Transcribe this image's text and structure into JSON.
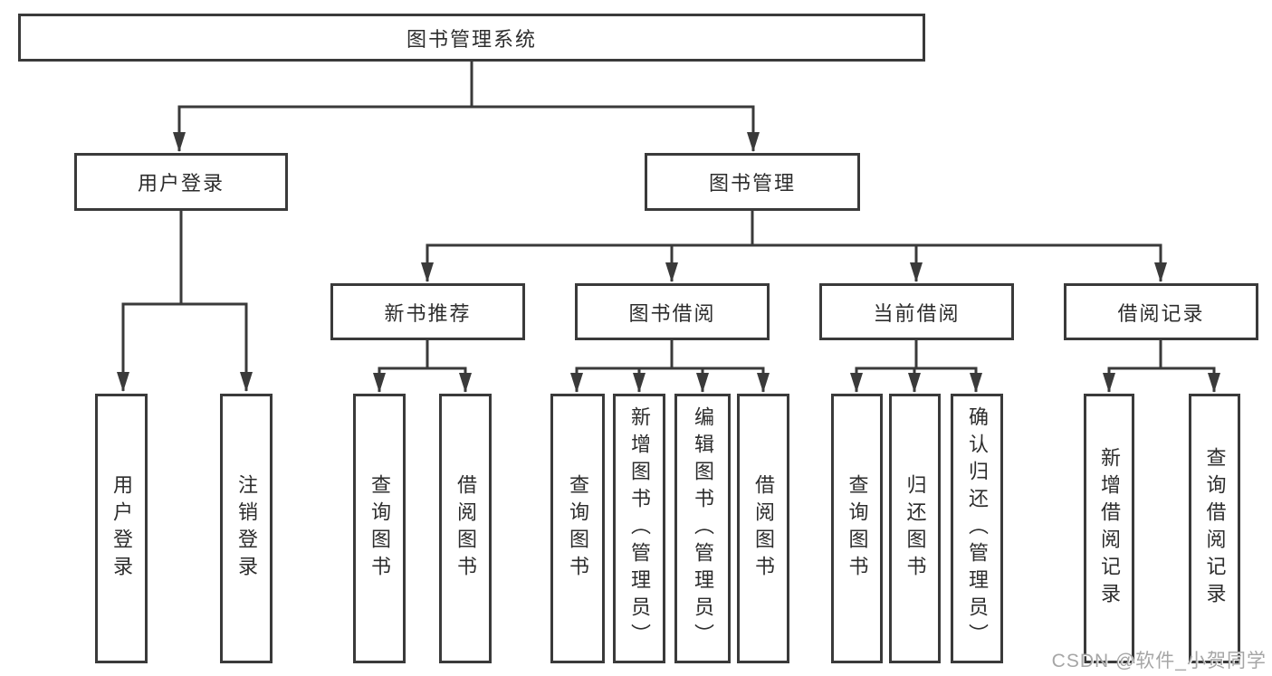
{
  "diagram": {
    "title": "图书管理系统",
    "colors": {
      "line": "#3a3a3a",
      "text": "#2d2d2d",
      "background": "#ffffff",
      "watermark": "#a6a6a6"
    },
    "nodes": {
      "root": "图书管理系统",
      "user-login": "用户登录",
      "book-mgmt": "图书管理",
      "new-book-rec": "新书推荐",
      "book-borrow": "图书借阅",
      "current-borrow": "当前借阅",
      "borrow-records": "借阅记录",
      "leaf-user-login": "用户登录",
      "leaf-logout": "注销登录",
      "nb-query-book": "查询图书",
      "nb-borrow-book": "借阅图书",
      "bb-query-book": "查询图书",
      "bb-add-book": "新增图书（管理员）",
      "bb-edit-book": "编辑图书（管理员）",
      "bb-borrow-book": "借阅图书",
      "cb-query-book": "查询图书",
      "cb-return-book": "归还图书",
      "cb-confirm-return": "确认归还（管理员）",
      "br-add-record": "新增借阅记录",
      "br-query-record": "查询借阅记录"
    },
    "edges": [
      [
        "root",
        "user-login"
      ],
      [
        "root",
        "book-mgmt"
      ],
      [
        "user-login",
        "leaf-user-login"
      ],
      [
        "user-login",
        "leaf-logout"
      ],
      [
        "book-mgmt",
        "new-book-rec"
      ],
      [
        "book-mgmt",
        "book-borrow"
      ],
      [
        "book-mgmt",
        "current-borrow"
      ],
      [
        "book-mgmt",
        "borrow-records"
      ],
      [
        "new-book-rec",
        "nb-query-book"
      ],
      [
        "new-book-rec",
        "nb-borrow-book"
      ],
      [
        "book-borrow",
        "bb-query-book"
      ],
      [
        "book-borrow",
        "bb-add-book"
      ],
      [
        "book-borrow",
        "bb-edit-book"
      ],
      [
        "book-borrow",
        "bb-borrow-book"
      ],
      [
        "current-borrow",
        "cb-query-book"
      ],
      [
        "current-borrow",
        "cb-return-book"
      ],
      [
        "current-borrow",
        "cb-confirm-return"
      ],
      [
        "borrow-records",
        "br-add-record"
      ],
      [
        "borrow-records",
        "br-query-record"
      ]
    ]
  },
  "watermark": "CSDN @软件_小贺同学"
}
